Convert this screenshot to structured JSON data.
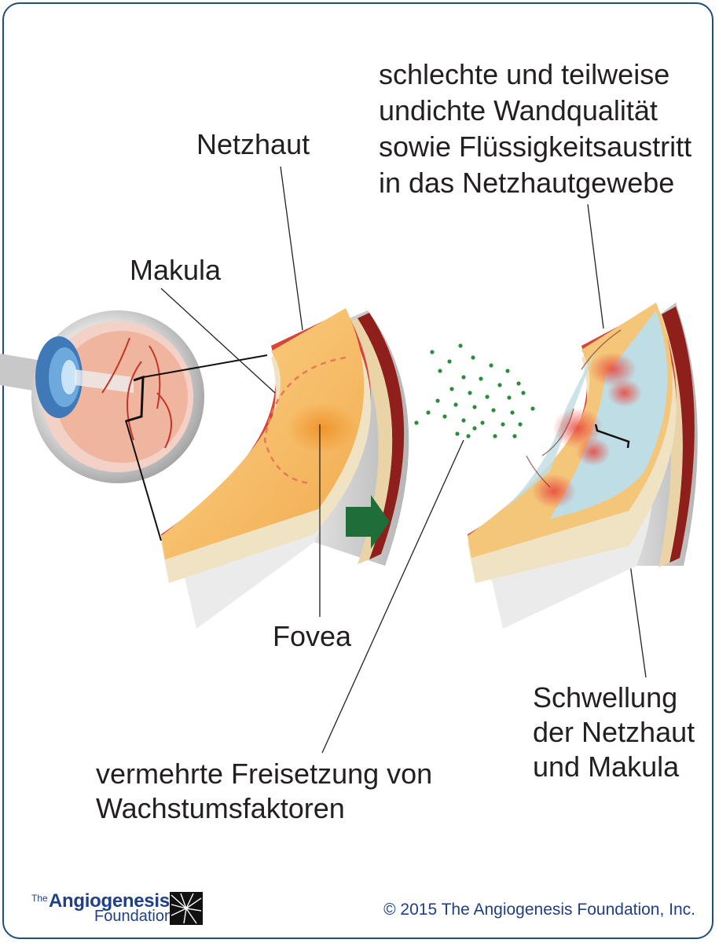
{
  "labels": {
    "netzhaut": "Netzhaut",
    "makula": "Makula",
    "fovea": "Fovea",
    "wand": [
      "schlechte und teilweise",
      "undichte Wandqualität",
      "sowie Flüssigkeitsaustritt",
      "in das Netzhautgewebe"
    ],
    "schwellung": [
      "Schwellung",
      "der Netzhaut",
      "und Makula"
    ],
    "vermehrte": [
      "vermehrte Freisetzung von",
      "Wachstumsfaktoren"
    ]
  },
  "logo": {
    "the": "The",
    "name": "Angiogenesis",
    "sub": "Foundation"
  },
  "copyright": "© 2015 The Angiogenesis Foundation, Inc.",
  "colors": {
    "frame": "#1f4e79",
    "retina": "#f6c06a",
    "edema": "#bfdde4",
    "growth_factor_dots": "#2e8b3e",
    "arrow": "#1f6e3a",
    "brand": "#1f3f86"
  },
  "icons": {
    "transition_arrow": "right-arrow-icon",
    "logo_mark": "starburst-icon"
  }
}
